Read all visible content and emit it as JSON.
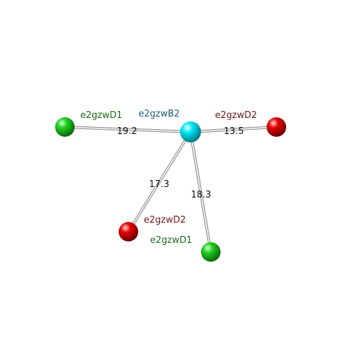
{
  "diagram": {
    "colors": {
      "background": "#ffffff",
      "hub_sphere": "#00d8e8",
      "green_sphere": "#18c818",
      "red_sphere": "#e00000",
      "green_label": "#1a6b1a",
      "red_label": "#6b1a1a",
      "hub_label": "#1a5a6b",
      "edge": "#b8b8b8"
    },
    "nodes": [
      {
        "id": "hub",
        "label": "e2gzwB2",
        "kind": "hub_sphere",
        "label_color": "hub_label"
      },
      {
        "id": "d1_left",
        "label": "e2gzwD1",
        "kind": "green_sphere",
        "label_color": "green_label"
      },
      {
        "id": "d2_right",
        "label": "e2gzwD2",
        "kind": "red_sphere",
        "label_color": "red_label"
      },
      {
        "id": "d2_bottom",
        "label": "e2gzwD2",
        "kind": "red_sphere",
        "label_color": "red_label"
      },
      {
        "id": "d1_bottom",
        "label": "e2gzwD1",
        "kind": "green_sphere",
        "label_color": "green_label"
      }
    ],
    "edges": [
      {
        "from": "hub",
        "to": "d1_left",
        "label": "19.2"
      },
      {
        "from": "hub",
        "to": "d2_right",
        "label": "13.5"
      },
      {
        "from": "hub",
        "to": "d2_bottom",
        "label": "17.3"
      },
      {
        "from": "hub",
        "to": "d1_bottom",
        "label": "18.3"
      }
    ]
  }
}
